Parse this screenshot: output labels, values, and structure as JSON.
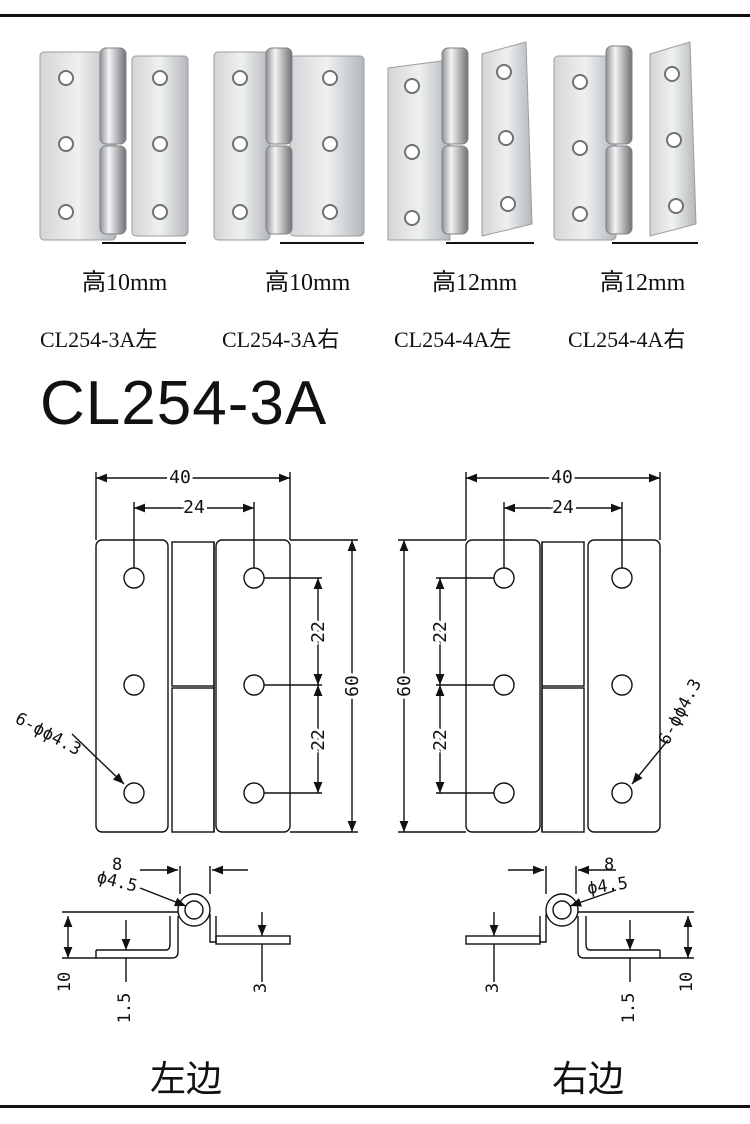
{
  "products": [
    {
      "height_label": "高10mm",
      "model_label": "CL254-3A左",
      "photo_icon": "hinge-left-photo"
    },
    {
      "height_label": "高10mm",
      "model_label": "CL254-3A右",
      "photo_icon": "hinge-right-photo"
    },
    {
      "height_label": "高12mm",
      "model_label": "CL254-4A左",
      "photo_icon": "hinge-left-photo"
    },
    {
      "height_label": "高12mm",
      "model_label": "CL254-4A右",
      "photo_icon": "hinge-right-photo"
    }
  ],
  "drawing": {
    "title": "CL254-3A",
    "left": {
      "dim_width": "40",
      "dim_hole_span": "24",
      "dim_pitch_1": "22",
      "dim_pitch_2": "22",
      "dim_height": "60",
      "hole_callout": "6-ϕϕ4.3",
      "section_outer": "8",
      "section_pin": "ϕ4.5",
      "section_height": "10",
      "section_thickness": "1.5",
      "section_leaf": "3",
      "caption": "左边"
    },
    "right": {
      "dim_width": "40",
      "dim_hole_span": "24",
      "dim_pitch_1": "22",
      "dim_pitch_2": "22",
      "dim_height": "60",
      "hole_callout": "6-ϕϕ4.3",
      "section_outer": "8",
      "section_pin": "ϕ4.5",
      "section_height": "10",
      "section_thickness": "1.5",
      "section_leaf": "3",
      "caption": "右边"
    }
  },
  "colors": {
    "steel_light": "#e4e5e6",
    "steel_mid": "#b9bbbd",
    "steel_dark": "#7d8083",
    "line": "#111111"
  }
}
